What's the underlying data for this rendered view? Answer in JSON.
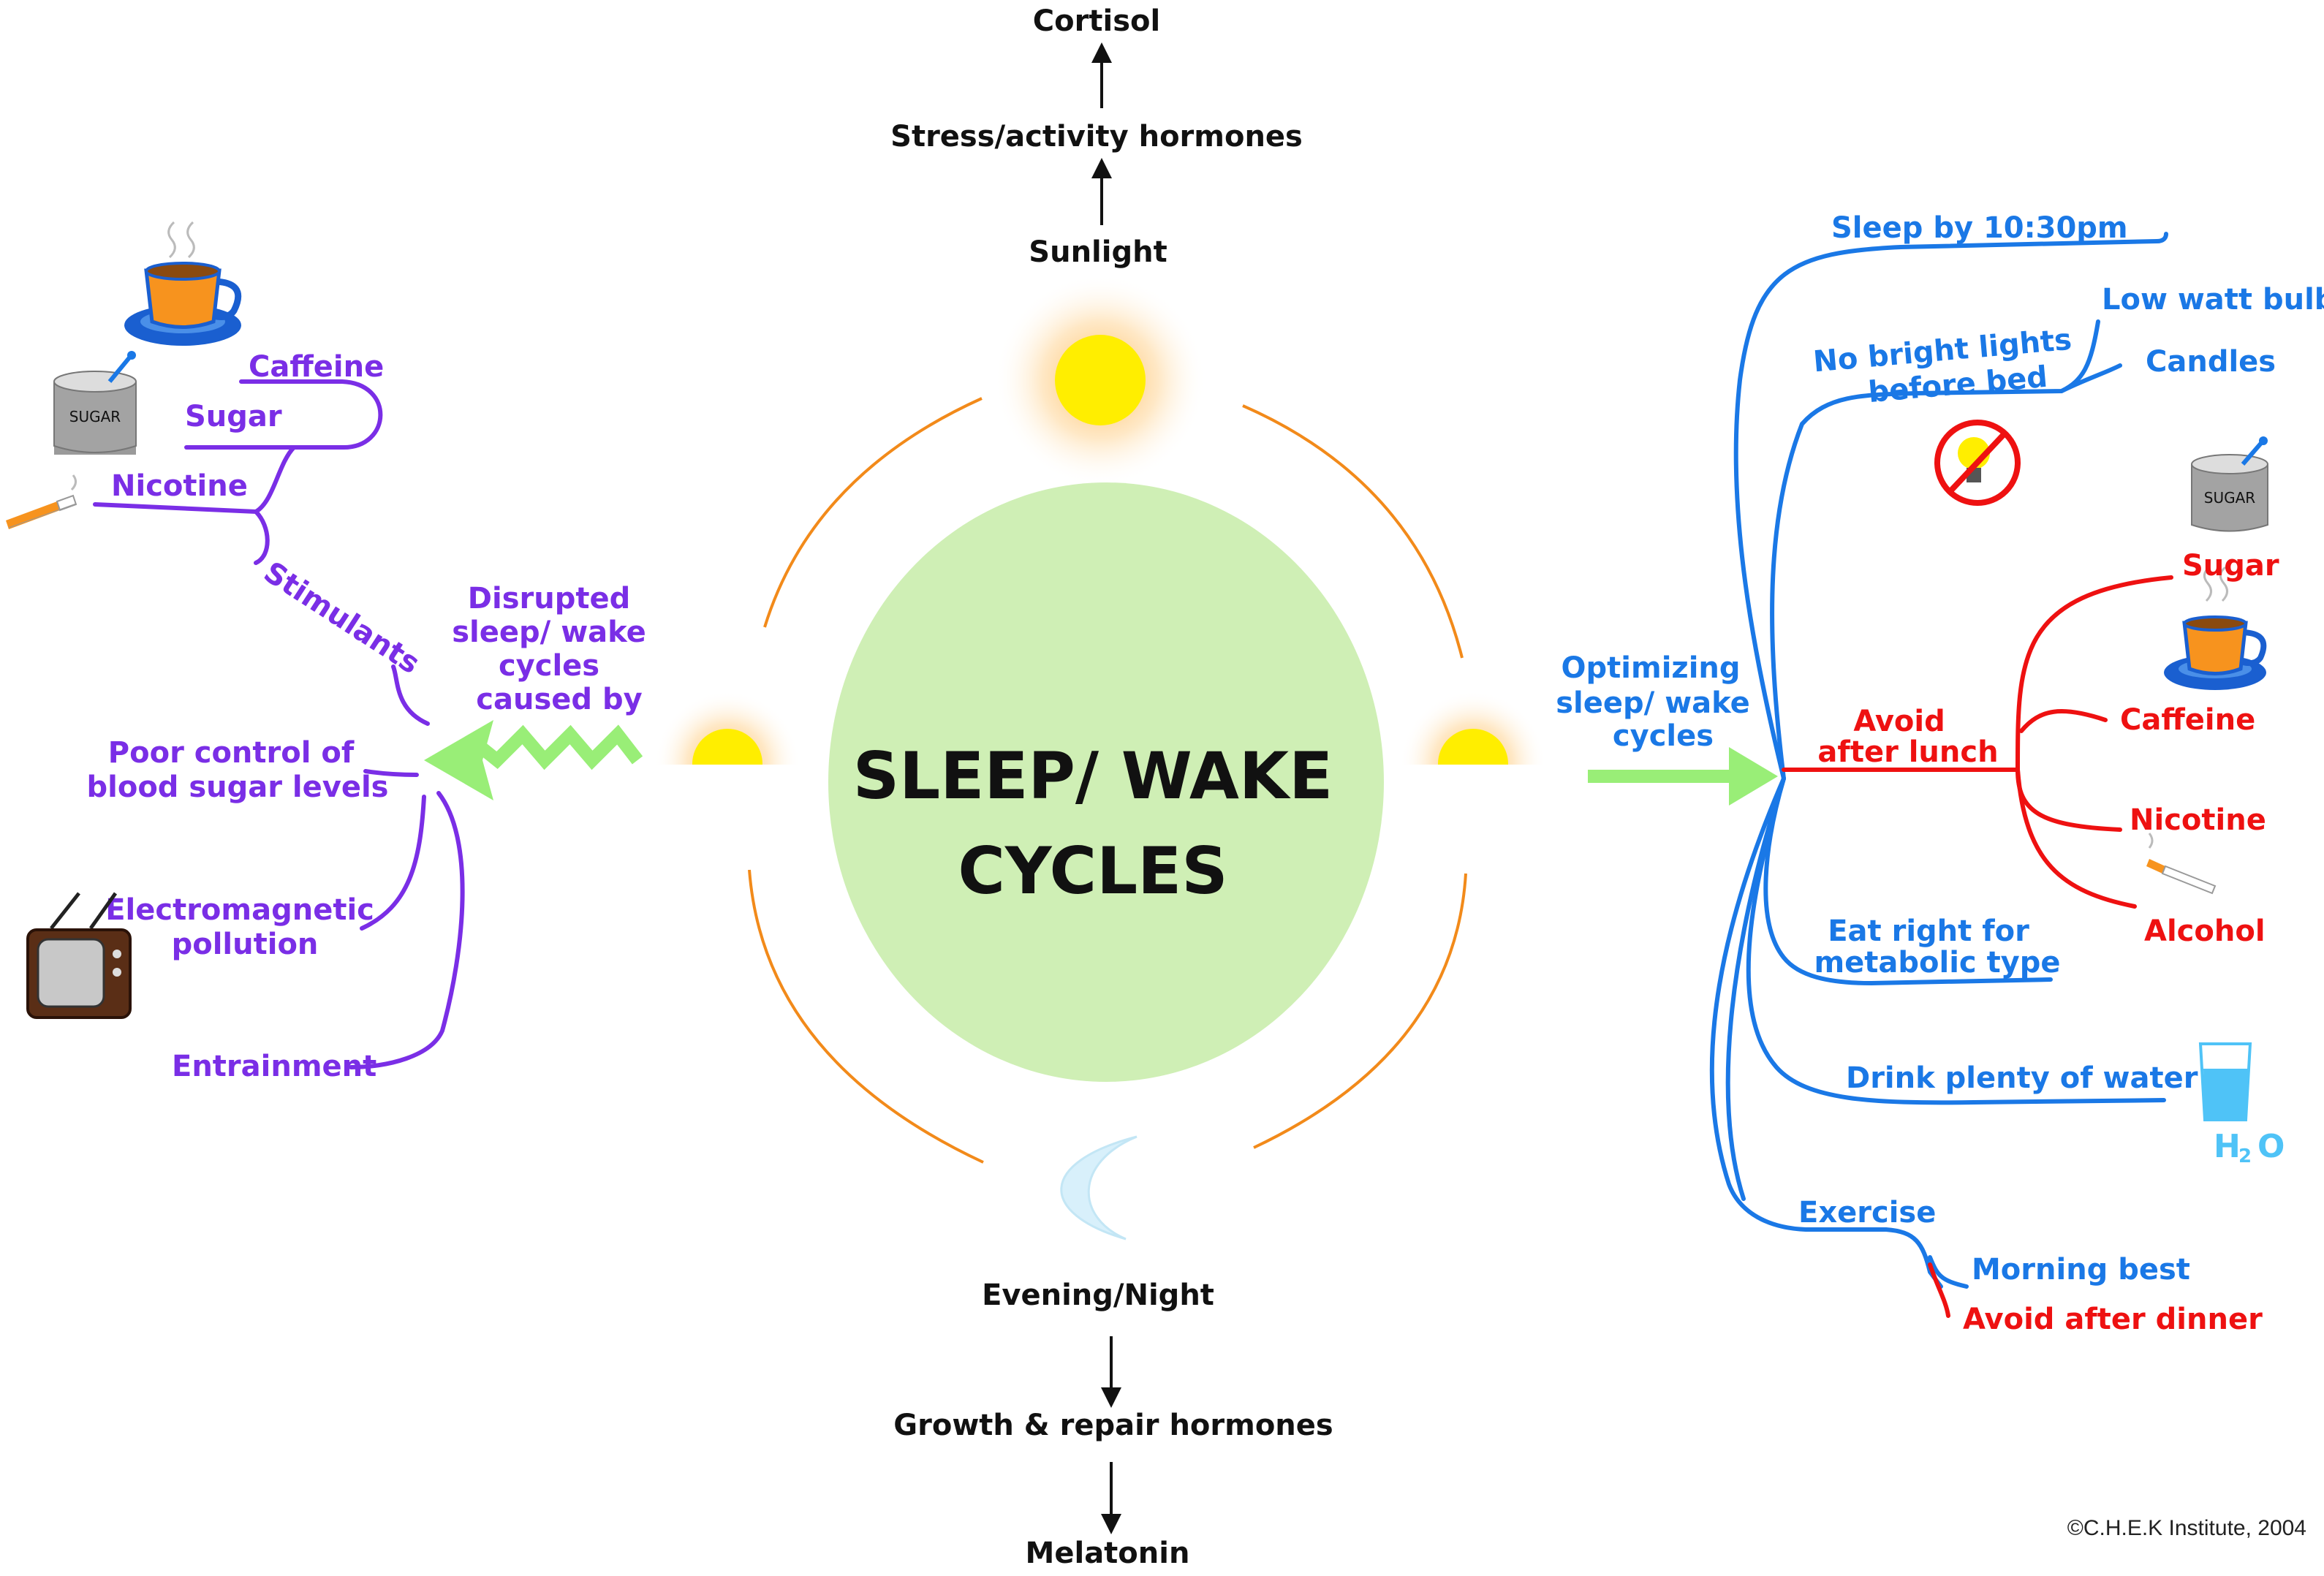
{
  "colors": {
    "purple": "#7a2ee6",
    "blue": "#1a78e6",
    "red": "#ee1111",
    "orange": "#f28a1a",
    "sun_yellow": "#ffee00",
    "center_green": "#cfefb5",
    "arrow_green": "#99ee77",
    "moon_blue": "#d8f0fb",
    "water_blue": "#4fc3f7"
  },
  "center": {
    "line1": "SLEEP/ WAKE",
    "line2": "CYCLES"
  },
  "top_chain": {
    "cortisol": "Cortisol",
    "hormones": "Stress/activity hormones",
    "sunlight": "Sunlight"
  },
  "bottom_chain": {
    "evening": "Evening/Night",
    "hormones": "Growth & repair hormones",
    "melatonin": "Melatonin"
  },
  "left": {
    "header": [
      "Disrupted",
      "sleep/ wake",
      "cycles",
      "caused by"
    ],
    "stimulants": "Stimulants",
    "caffeine": "Caffeine",
    "sugar": "Sugar",
    "nicotine": "Nicotine",
    "blood_sugar": [
      "Poor control of",
      "blood sugar levels"
    ],
    "emf": [
      "Electromagnetic",
      "pollution"
    ],
    "entrainment": "Entrainment",
    "sugar_can_label": "SUGAR"
  },
  "right": {
    "header": [
      "Optimizing",
      "sleep/ wake",
      "cycles"
    ],
    "sleep_by": "Sleep by 10:30pm",
    "no_bright": [
      "No bright lights",
      "before bed"
    ],
    "low_watt": "Low watt bulbs",
    "candles": "Candles",
    "avoid_lunch": [
      "Avoid",
      "after lunch"
    ],
    "sugar": "Sugar",
    "caffeine": "Caffeine",
    "nicotine": "Nicotine",
    "alcohol": "Alcohol",
    "eat_right": [
      "Eat right for",
      "metabolic type"
    ],
    "water": "Drink plenty of water",
    "h2o": {
      "h": "H",
      "sub": "2",
      "o": "O"
    },
    "exercise": "Exercise",
    "morning": "Morning best",
    "avoid_dinner": "Avoid after dinner",
    "sugar_can_label": "SUGAR"
  },
  "copyright": "©C.H.E.K Institute, 2004"
}
